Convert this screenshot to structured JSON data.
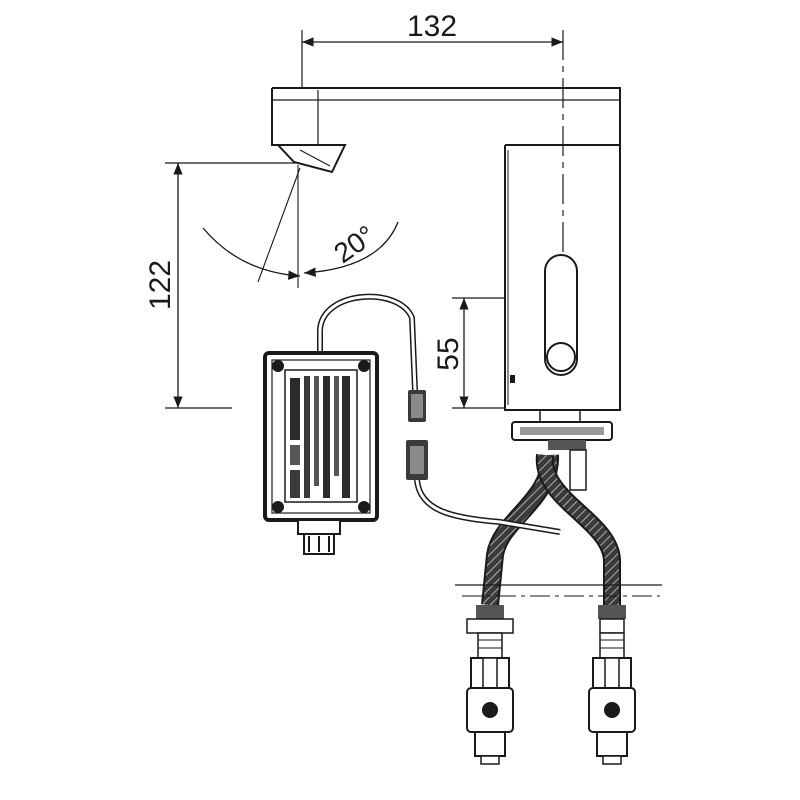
{
  "dimensions": {
    "spout_length": "132",
    "outlet_height": "122",
    "sensor_height": "55",
    "spray_angle": "20°"
  },
  "colors": {
    "line": "#1a1a1a",
    "hose": "#2b2b2b",
    "background": "#ffffff"
  }
}
